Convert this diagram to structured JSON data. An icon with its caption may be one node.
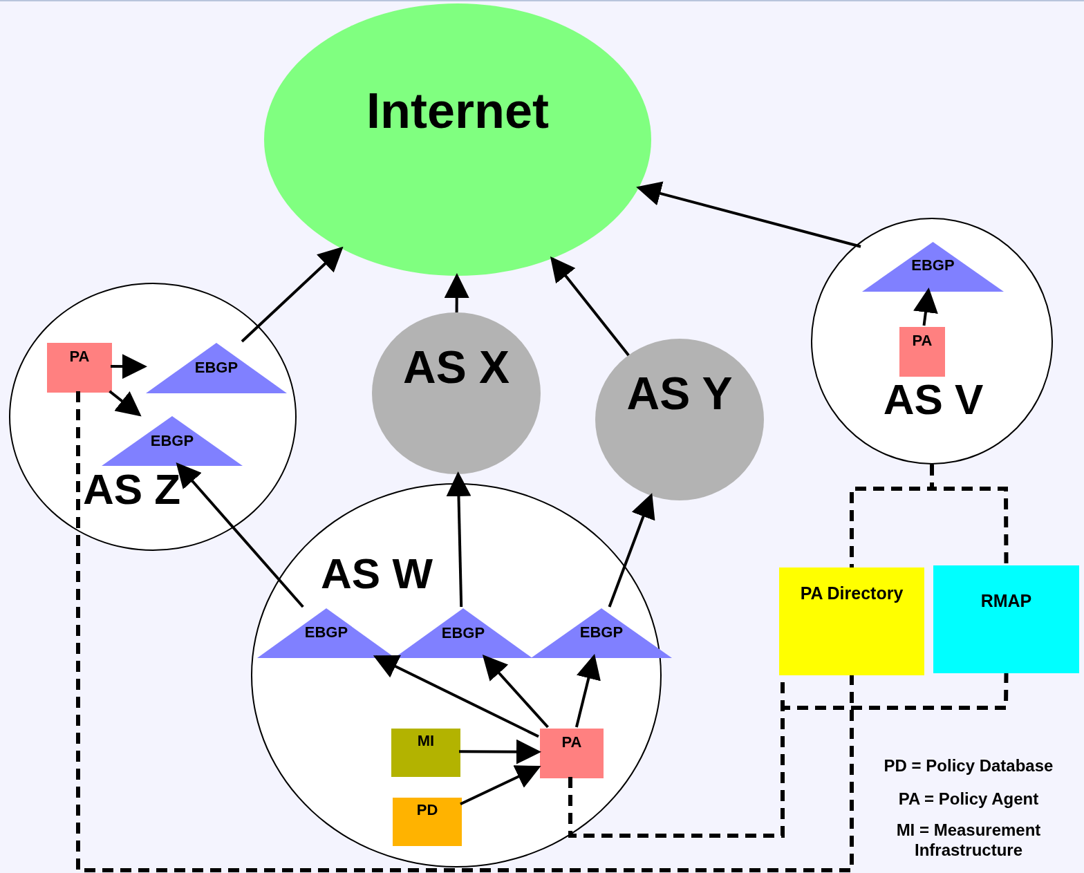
{
  "diagram": {
    "nodes": [
      {
        "text": [
          "Internet"
        ]
      },
      {
        "text": [
          "AS Z"
        ]
      },
      {
        "text": [
          "PA"
        ],
        "in": 1
      },
      {
        "text": [
          "EBGP"
        ],
        "in": 1
      },
      {
        "text": [
          "EBGP"
        ],
        "in": 1
      },
      {
        "text": [
          "AS X"
        ]
      },
      {
        "text": [
          "AS Y"
        ]
      },
      {
        "text": [
          "AS V"
        ]
      },
      {
        "text": [
          "EBGP"
        ],
        "in": 7
      },
      {
        "text": [
          "PA"
        ],
        "in": 7
      },
      {
        "text": [
          "AS W"
        ]
      },
      {
        "text": [
          "EBGP"
        ],
        "in": 10
      },
      {
        "text": [
          "EBGP"
        ],
        "in": 10
      },
      {
        "text": [
          "EBGP"
        ],
        "in": 10
      },
      {
        "text": [
          "MI"
        ],
        "in": 10
      },
      {
        "text": [
          "PA"
        ],
        "in": 10
      },
      {
        "text": [
          "PD"
        ],
        "in": 10
      },
      {
        "text": [
          "PA Directory"
        ]
      },
      {
        "text": [
          "RMAP"
        ]
      }
    ],
    "edges": [
      {
        "from": 3,
        "to": 0,
        "arrow": "to"
      },
      {
        "from": 5,
        "to": 0,
        "arrow": "to"
      },
      {
        "from": 6,
        "to": 0,
        "arrow": "to"
      },
      {
        "from": 8,
        "to": 0,
        "arrow": "to"
      },
      {
        "from": 9,
        "to": 8,
        "arrow": "to"
      },
      {
        "from": 2,
        "to": 3,
        "arrow": "to"
      },
      {
        "from": 2,
        "to": 4,
        "arrow": "to"
      },
      {
        "from": 11,
        "to": 4,
        "arrow": "to"
      },
      {
        "from": 12,
        "to": 5,
        "arrow": "to"
      },
      {
        "from": 13,
        "to": 6,
        "arrow": "to"
      },
      {
        "from": 15,
        "to": 11,
        "arrow": "to"
      },
      {
        "from": 15,
        "to": 12,
        "arrow": "to"
      },
      {
        "from": 15,
        "to": 13,
        "arrow": "to"
      },
      {
        "from": 14,
        "to": 15,
        "arrow": "to"
      },
      {
        "from": 16,
        "to": 15,
        "arrow": "to"
      },
      {
        "from": 15,
        "to": 17,
        "arrow": "none",
        "style": "dashed"
      },
      {
        "from": 15,
        "to": 18,
        "arrow": "none",
        "style": "dashed"
      },
      {
        "from": 2,
        "to": 17,
        "arrow": "none",
        "style": "dashed"
      },
      {
        "from": 7,
        "to": 17,
        "arrow": "none",
        "style": "dashed"
      },
      {
        "from": 7,
        "to": 18,
        "arrow": "none",
        "style": "dashed"
      }
    ],
    "labels": [
      "PD = Policy Database",
      "PA = Policy Agent",
      "MI = Measurement Infrastructure"
    ]
  }
}
